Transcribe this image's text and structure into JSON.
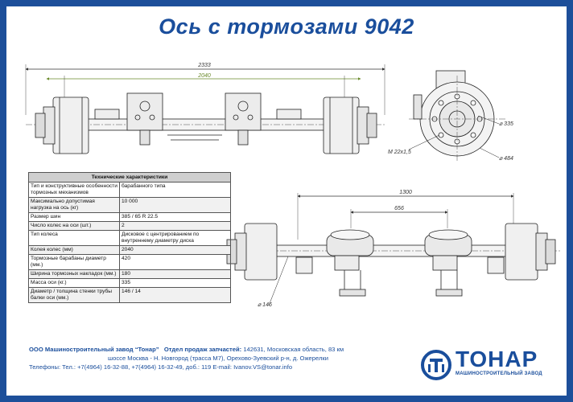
{
  "title": "Ось с тормозами 9042",
  "dimensions": {
    "top_total": "2333",
    "top_inner": "2040",
    "right_d1": "335",
    "right_d2": "484",
    "right_thread": "M 22x1,5",
    "bottom_span": "1300",
    "bottom_half": "656",
    "bottom_tube": "146"
  },
  "specs": {
    "header": "Технические характеристики",
    "rows": [
      {
        "k": "Тип и конструктивные особенности тормозных механизмов",
        "v": "барабанного типа"
      },
      {
        "k": "Максимально допустимая нагрузка на ось (кг)",
        "v": "10 000"
      },
      {
        "k": "Размер шин",
        "v": "385 / 65 R 22.5"
      },
      {
        "k": "Число колес на оси (шт.)",
        "v": "2"
      },
      {
        "k": "Тип колеса",
        "v": "Дисковое с центрированием по внутреннему диаметру диска"
      },
      {
        "k": "Колея колес (мм)",
        "v": "2040"
      },
      {
        "k": "Тормозные барабаны диаметр (мм.)",
        "v": "420"
      },
      {
        "k": "Ширина тормозных накладок (мм.)",
        "v": "180"
      },
      {
        "k": "Масса оси (кг.)",
        "v": "335"
      },
      {
        "k": "Диаметр / толщина стенки трубы балки оси (мм.)",
        "v": "146 / 14"
      }
    ]
  },
  "footer": {
    "company": "ООО Машиностроительный завод “Тонар”",
    "dept": "Отдел продаж запчастей:",
    "addr1": "142631,  Московская область, 83 км",
    "addr2": "шоссе Москва - Н. Новгород  (трасса М7),  Орехово-Зуевский р-н,   д. Ожерелки",
    "phones": "Телефоны: Тел.: +7(4964) 16-32-88, +7(4964) 16-32-49, доб.: 119  E-mail: Ivanov.VS@tonar.info"
  },
  "logo": {
    "name": "ТОНАР",
    "sub": "МАШИНОСТРОИТЕЛЬНЫЙ ЗАВОД"
  },
  "colors": {
    "brand": "#1a4e9c",
    "frame": "#1d4f9a"
  }
}
